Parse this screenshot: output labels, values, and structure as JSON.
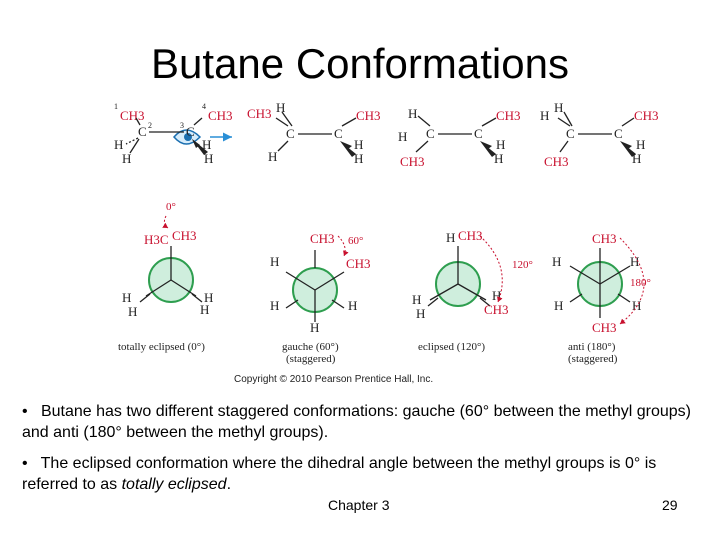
{
  "slide": {
    "title": "Butane Conformations",
    "footer_chapter": "Chapter 3",
    "page_number": "29"
  },
  "figure": {
    "atom_numbers": [
      "1",
      "2",
      "3",
      "4"
    ],
    "sawhorse_atoms": {
      "ch3": "CH3",
      "c": "C",
      "h": "H"
    },
    "newman": {
      "angle_0": "0°",
      "angle_60": "60°",
      "angle_120": "120°",
      "angle_180": "180°",
      "h3c": "H3C",
      "ch3": "CH3",
      "h": "H"
    },
    "captions": {
      "totally_eclipsed": "totally eclipsed (0°)",
      "gauche": "gauche (60°)",
      "gauche_sub": "(staggered)",
      "eclipsed": "eclipsed (120°)",
      "anti": "anti (180°)",
      "anti_sub": "(staggered)"
    },
    "copyright": "Copyright © 2010 Pearson Prentice Hall, Inc."
  },
  "bullets": [
    {
      "marker": "•",
      "text": "Butane has two different staggered conformations: gauche (60° between the methyl groups) and anti (180° between the methyl groups)."
    },
    {
      "marker": "•",
      "text_before": "The eclipsed conformation where the dihedral angle between the methyl groups is 0° is referred to as ",
      "emphasis": "totally eclipsed",
      "text_after": "."
    }
  ],
  "colors": {
    "methyl_red": "#c8102e",
    "ring_green": "#2e9e4f",
    "ring_fill": "#cfeedd",
    "arrow_blue": "#2a8fd6"
  },
  "icons": [
    "eye-icon"
  ]
}
